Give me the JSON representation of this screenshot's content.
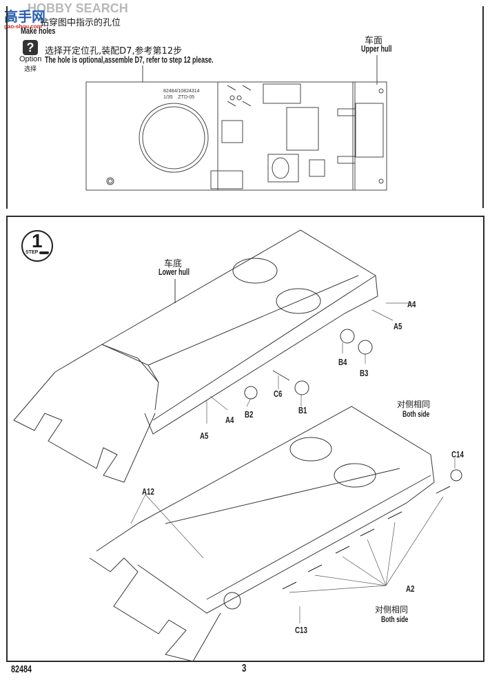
{
  "watermark": {
    "brand": "HOBBY SEARCH",
    "logo_text": "高手网",
    "url": "gao-shou.com"
  },
  "top_panel": {
    "instruction_cn": "钻穿图中指示的孔位",
    "instruction_en": "Make holes",
    "option_icon": "question-mark-icon",
    "option_label_en": "Option",
    "option_label_cn": "选择",
    "option_text_cn": "选择开定位孔,装配D7,参考第12步",
    "option_text_en": "The hole is optional,assemble D7, refer to step 12 please.",
    "part_label_cn": "车面",
    "part_label_en": "Upper hull",
    "mold_text_line1": "82484/10824314",
    "mold_text_line2": "1/35    ZTD-05"
  },
  "step_panel": {
    "step_word": "STEP",
    "step_number": "1",
    "lower_hull_cn": "车底",
    "lower_hull_en": "Lower hull",
    "callouts_upper": [
      "A4",
      "A5",
      "B4",
      "B3",
      "C6",
      "B1",
      "B2",
      "A4",
      "A5"
    ],
    "both_side_1_cn": "对侧相同",
    "both_side_1_en": "Both side",
    "callouts_lower": [
      "C14",
      "A12",
      "A2",
      "C13"
    ],
    "both_side_2_cn": "对侧相同",
    "both_side_2_en": "Both side"
  },
  "footer": {
    "kit_number": "82484",
    "page_number": "3"
  }
}
